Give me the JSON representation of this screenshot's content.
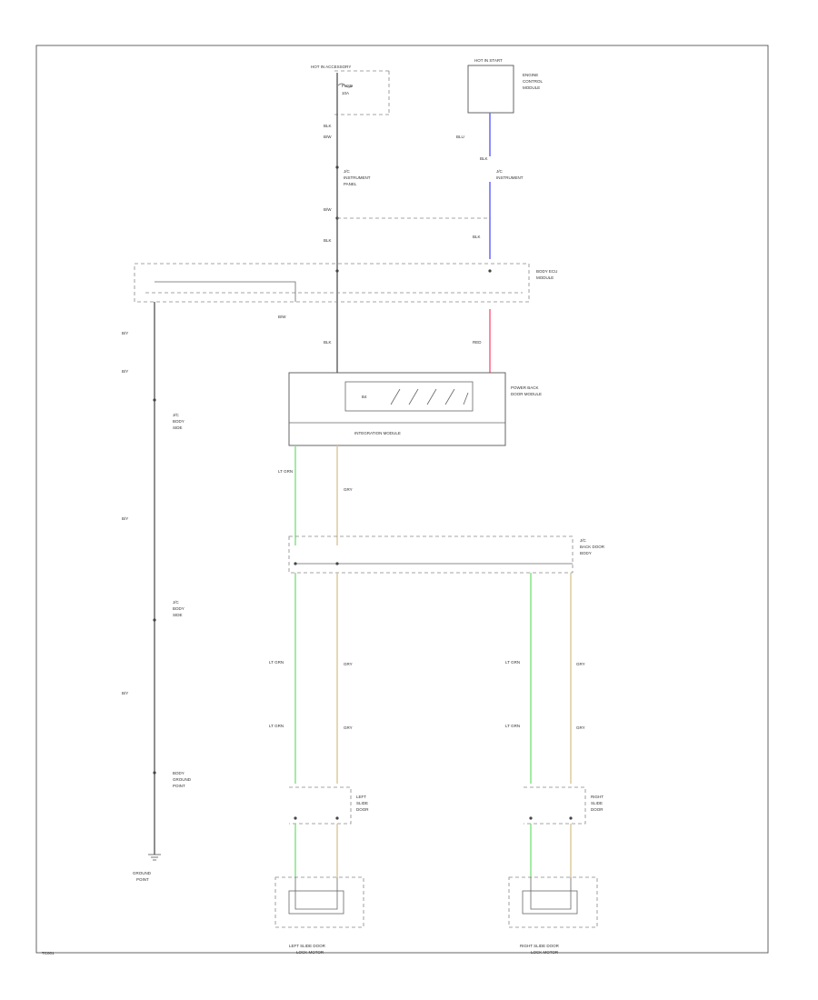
{
  "colors": {
    "background": "#ffffff",
    "frame": "#555555",
    "wire_black": "#444444",
    "wire_green": "#7fe07f",
    "wire_tan": "#d8c896",
    "wire_blue": "#7070ff",
    "wire_red": "#ff6a8a"
  },
  "labels": {
    "top_fuse": "HOT IN ACCESSORY",
    "top_fuse_note_1": "FUSE",
    "top_fuse_note_2": "10A",
    "ignition_box": "HOT IN START",
    "ignition_note_1": "ENGINE",
    "ignition_note_2": "CONTROL",
    "ignition_note_3": "MODULE",
    "ecu_label_1": "BODY ECU",
    "ecu_label_2": "MODULE",
    "amp_label_1": "POWER BACK",
    "amp_label_2": "DOOR MODULE",
    "amp_inner": "INTEGRATION MODULE",
    "amp_code": "B4",
    "junction_label_1": "J/C",
    "junction_label_2": "INSTRUMENT",
    "junction_label_3": "PANEL",
    "conn_left_1": "J/C",
    "conn_left_2": "BODY",
    "conn_left_3": "SIDE",
    "conn_left_b_1": "J/C",
    "conn_left_b_2": "BODY",
    "conn_left_b_3": "SIDE",
    "conn_left_c_1": "BODY",
    "conn_left_c_2": "GROUND",
    "conn_left_c_3": "POINT",
    "ground_1": "GROUND",
    "ground_2": "POINT",
    "mid_junction_1": "J/C",
    "mid_junction_2": "BACK DOOR",
    "mid_junction_3": "BODY",
    "left_conn_1": "LEFT",
    "left_conn_2": "SLIDE",
    "left_conn_3": "DOOR",
    "right_conn_1": "RIGHT",
    "right_conn_2": "SLIDE",
    "right_conn_3": "DOOR",
    "left_actuator_1": "LEFT SLIDE DOOR",
    "left_actuator_2": "LOCK MOTOR",
    "right_actuator_1": "RIGHT SLIDE DOOR",
    "right_actuator_2": "LOCK MOTOR",
    "corner": "TC001"
  },
  "wire_codes": {
    "w1": "BLK",
    "w2": "B/W",
    "w3": "B/W",
    "w4": "BLU",
    "w5": "BLK",
    "w6": "B/W",
    "w7": "BLK",
    "w8": "BLK",
    "w9": "RED",
    "w10": "BLK",
    "w11": "LT GRN",
    "w12": "GRY",
    "w13": "LT GRN",
    "w14": "GRY",
    "w15": "LT GRN",
    "w16": "GRY",
    "w17": "LT GRN",
    "w18": "GRY",
    "w19": "LT GRN",
    "w20": "GRY",
    "w21": "B/Y",
    "w22": "B/Y",
    "w23": "B/Y",
    "w24": "B/Y"
  }
}
